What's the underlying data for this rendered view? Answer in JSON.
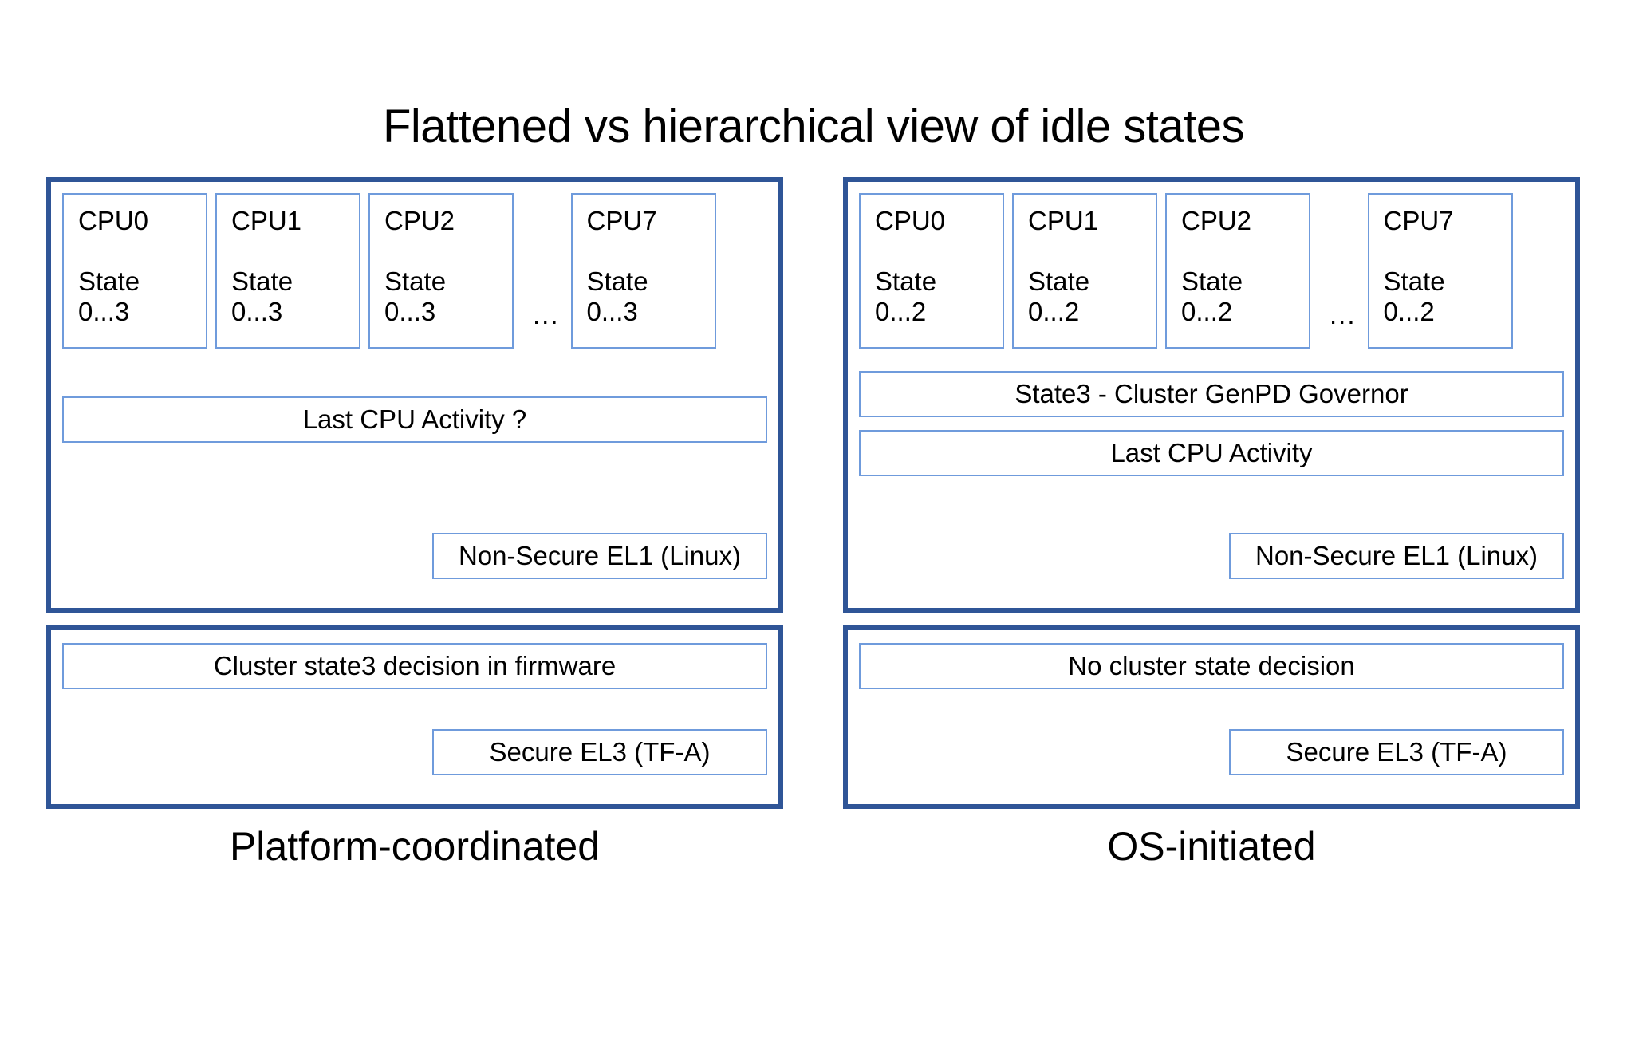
{
  "title": "Flattened vs hierarchical view of idle states",
  "colors": {
    "panel_border": "#2f5597",
    "box_border": "#6f9bdc",
    "background": "#ffffff",
    "text": "#000000"
  },
  "ellipsis": "...",
  "panels": [
    {
      "id": "platform-coordinated",
      "caption": "Platform-coordinated",
      "os_layer": {
        "cpus": [
          {
            "name": "CPU0",
            "state": "State\n0...3"
          },
          {
            "name": "CPU1",
            "state": "State\n0...3"
          },
          {
            "name": "CPU2",
            "state": "State\n0...3"
          },
          {
            "name": "CPU7",
            "state": "State\n0...3"
          }
        ],
        "governor_bar": null,
        "activity_bar": "Last CPU Activity ?",
        "level_tag": "Non-Secure EL1 (Linux)"
      },
      "fw_layer": {
        "decision_bar": "Cluster state3 decision in firmware",
        "level_tag": "Secure EL3 (TF-A)"
      }
    },
    {
      "id": "os-initiated",
      "caption": "OS-initiated",
      "os_layer": {
        "cpus": [
          {
            "name": "CPU0",
            "state": "State\n0...2"
          },
          {
            "name": "CPU1",
            "state": "State\n0...2"
          },
          {
            "name": "CPU2",
            "state": "State\n0...2"
          },
          {
            "name": "CPU7",
            "state": "State\n0...2"
          }
        ],
        "governor_bar": "State3 - Cluster GenPD Governor",
        "activity_bar": "Last CPU Activity",
        "level_tag": "Non-Secure EL1 (Linux)"
      },
      "fw_layer": {
        "decision_bar": "No cluster state decision",
        "level_tag": "Secure EL3 (TF-A)"
      }
    }
  ]
}
